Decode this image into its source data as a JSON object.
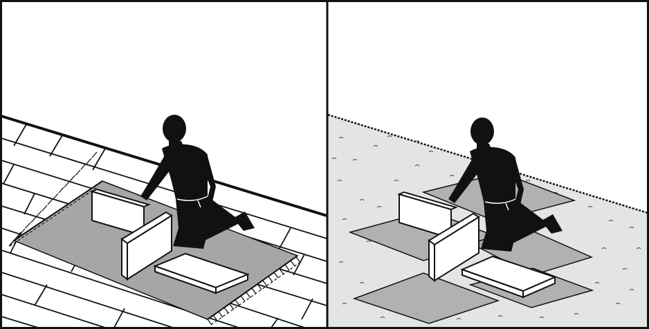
{
  "panels": [
    {
      "id": "left",
      "floor": "wood-plank-floor",
      "mat": "fringed-rug"
    },
    {
      "id": "right",
      "floor": "speckled-carpet-floor",
      "mat": "overlapping-square-tiles"
    }
  ],
  "colors": {
    "ink": "#111111",
    "rug": "#a6a6a6",
    "tile": "#a8a8a8",
    "carpet": "#e4e4e4",
    "board": "#ffffff"
  }
}
